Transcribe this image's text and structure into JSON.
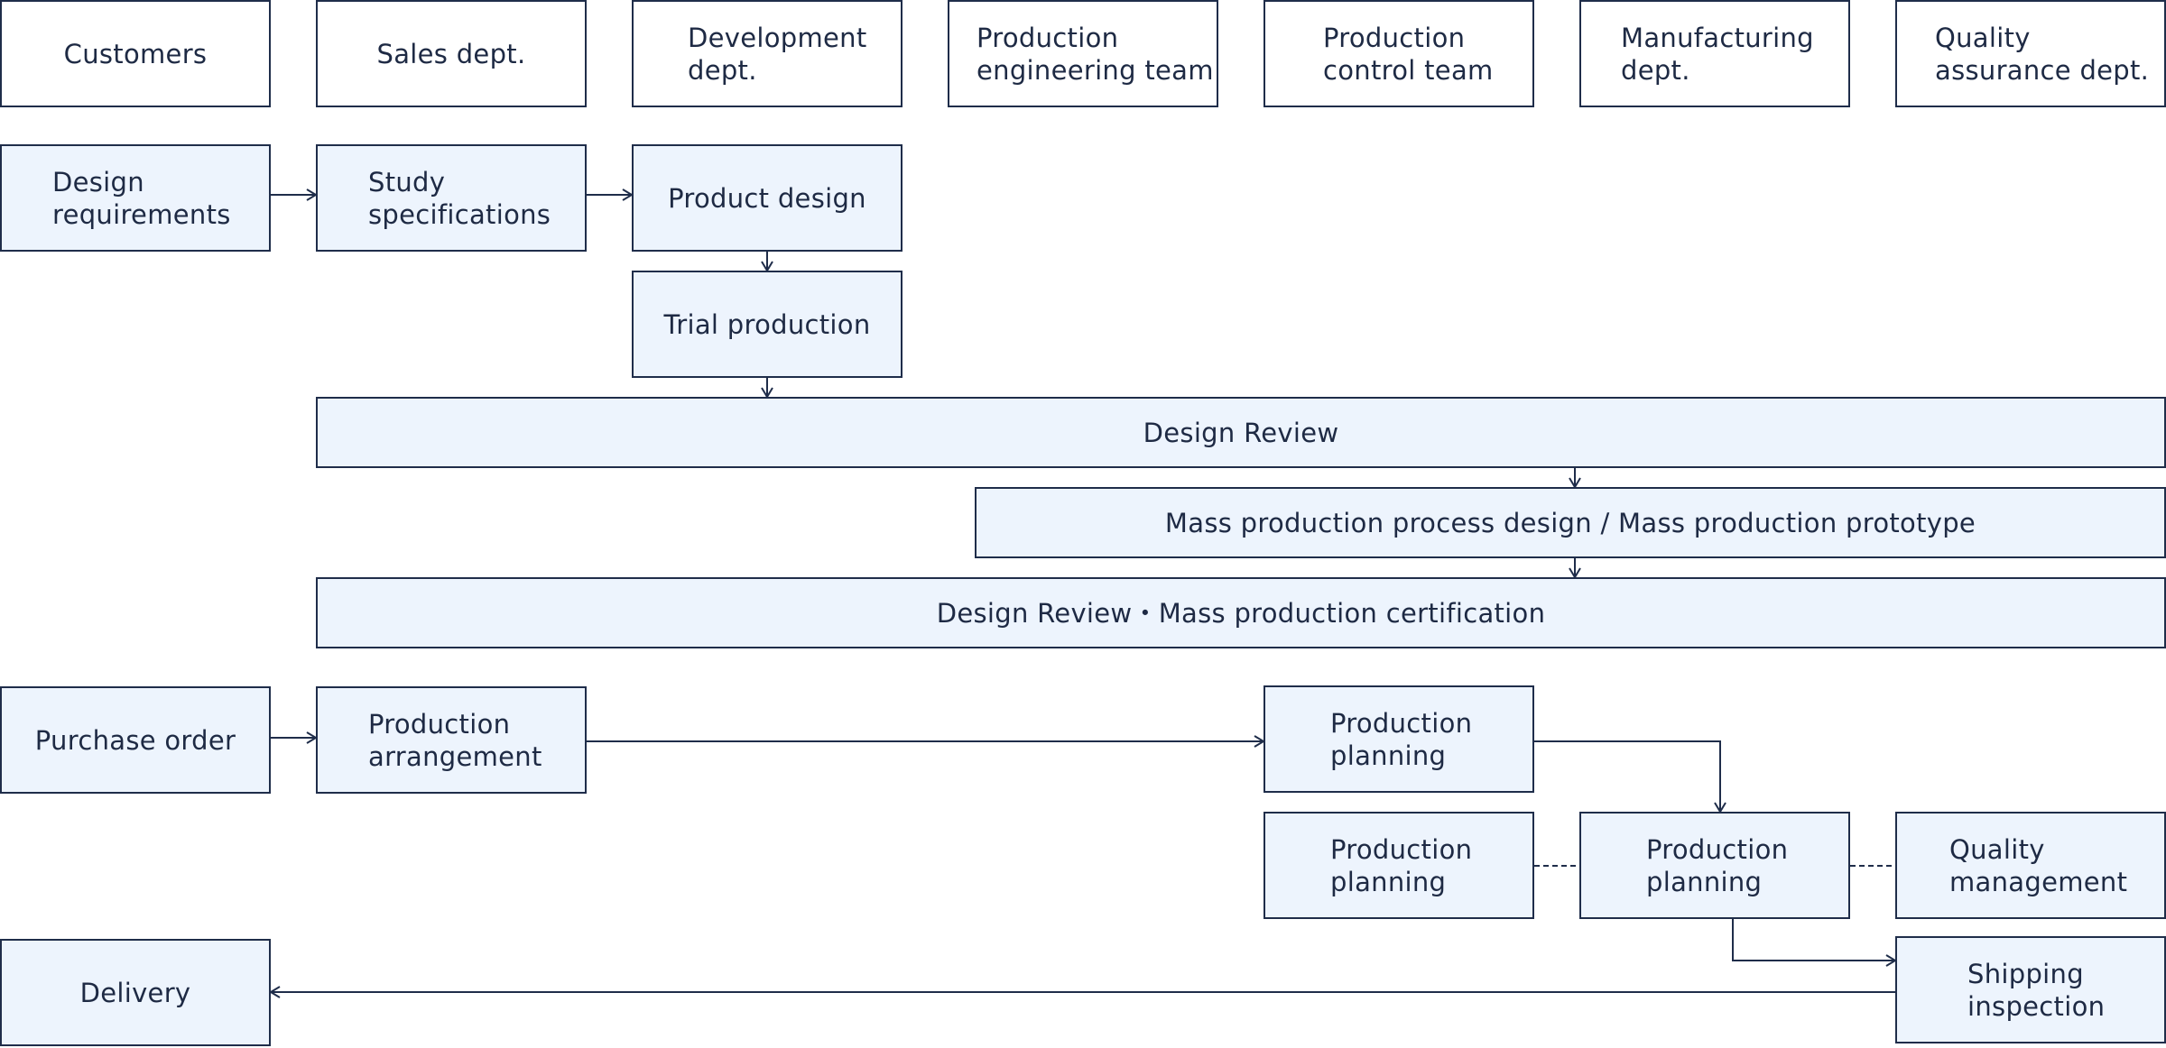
{
  "headers": {
    "customers": "Customers",
    "sales": "Sales dept.",
    "development": "Development\ndept.",
    "production_engineering": "Production\nengineering team",
    "production_control": "Production\ncontrol team",
    "manufacturing": "Manufacturing\ndept.",
    "quality_assurance": "Quality\nassurance dept."
  },
  "steps": {
    "design_requirements": "Design\nrequirements",
    "study_specifications": "Study\nspecifications",
    "product_design": "Product design",
    "trial_production": "Trial production",
    "design_review": "Design Review",
    "mass_production_process": "Mass production process design / Mass production prototype",
    "design_review_certification": "Design Review・Mass production certification",
    "purchase_order": "Purchase order",
    "production_arrangement": "Production\narrangement",
    "production_planning_control": "Production\nplanning",
    "production_planning_engineering": "Production\nplanning",
    "production_planning_manufacturing": "Production\nplanning",
    "quality_management": "Quality\nmanagement",
    "shipping_inspection": "Shipping\ninspection",
    "delivery": "Delivery"
  },
  "colors": {
    "border": "#1f2d4a",
    "step_fill": "#edf4fd",
    "header_fill": "#ffffff",
    "text": "#1e2a44"
  }
}
